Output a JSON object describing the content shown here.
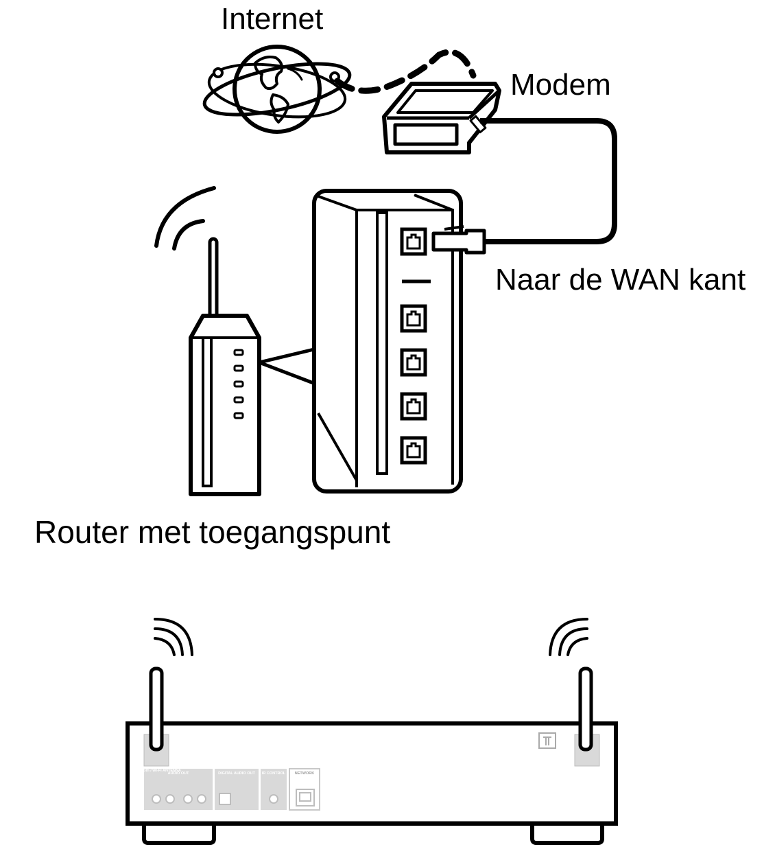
{
  "labels": {
    "internet": "Internet",
    "modem": "Modem",
    "wan": "Naar de WAN kant",
    "router": "Router met toegangspunt"
  },
  "rear_panel": {
    "antenna_left": "Bluetooth / Wi-Fi ANTENNA",
    "antenna_right": "Bluetooth / Wi-Fi ANTENNA",
    "audio_out": "AUDIO OUT",
    "digital_audio_out": "DIGITAL AUDIO OUT",
    "ir_control": "IR CONTROL",
    "network": "NETWORK"
  },
  "colors": {
    "line": "#000000",
    "panel_fill": "#d9d9d9",
    "background": "#ffffff"
  }
}
